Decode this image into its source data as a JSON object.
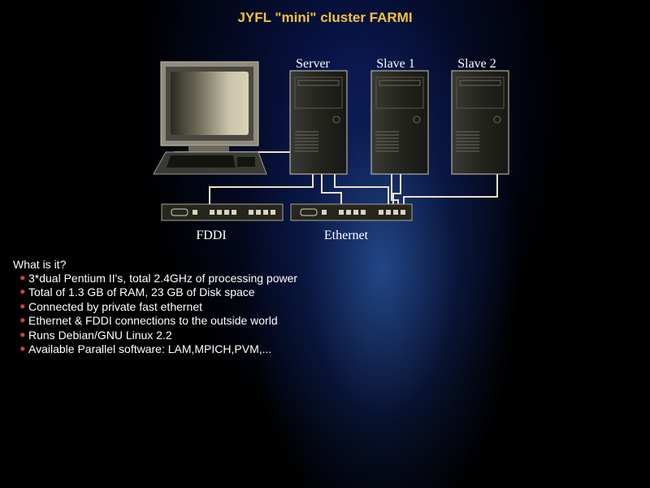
{
  "slide": {
    "title": "JYFL \"mini\" cluster FARMI"
  },
  "diagram": {
    "nodes": [
      {
        "label": "Server"
      },
      {
        "label": "Slave 1"
      },
      {
        "label": "Slave 2"
      }
    ],
    "switches": [
      {
        "label": "FDDI"
      },
      {
        "label": "Ethernet"
      }
    ]
  },
  "info": {
    "heading": "What is it?",
    "bullets": [
      "3*dual Pentium II's, total 2.4GHz of processing power",
      "Total of 1.3 GB of RAM, 23 GB of Disk space",
      "Connected by private fast ethernet",
      "Ethernet & FDDI connections to the outside world",
      "Runs Debian/GNU Linux 2.2",
      "Available Parallel software: LAM,MPICH,PVM,..."
    ],
    "bullet_color": "#d6493a"
  },
  "colors": {
    "title": "#f2c23a",
    "cable": "#e8e2c8",
    "background": "#000000"
  }
}
